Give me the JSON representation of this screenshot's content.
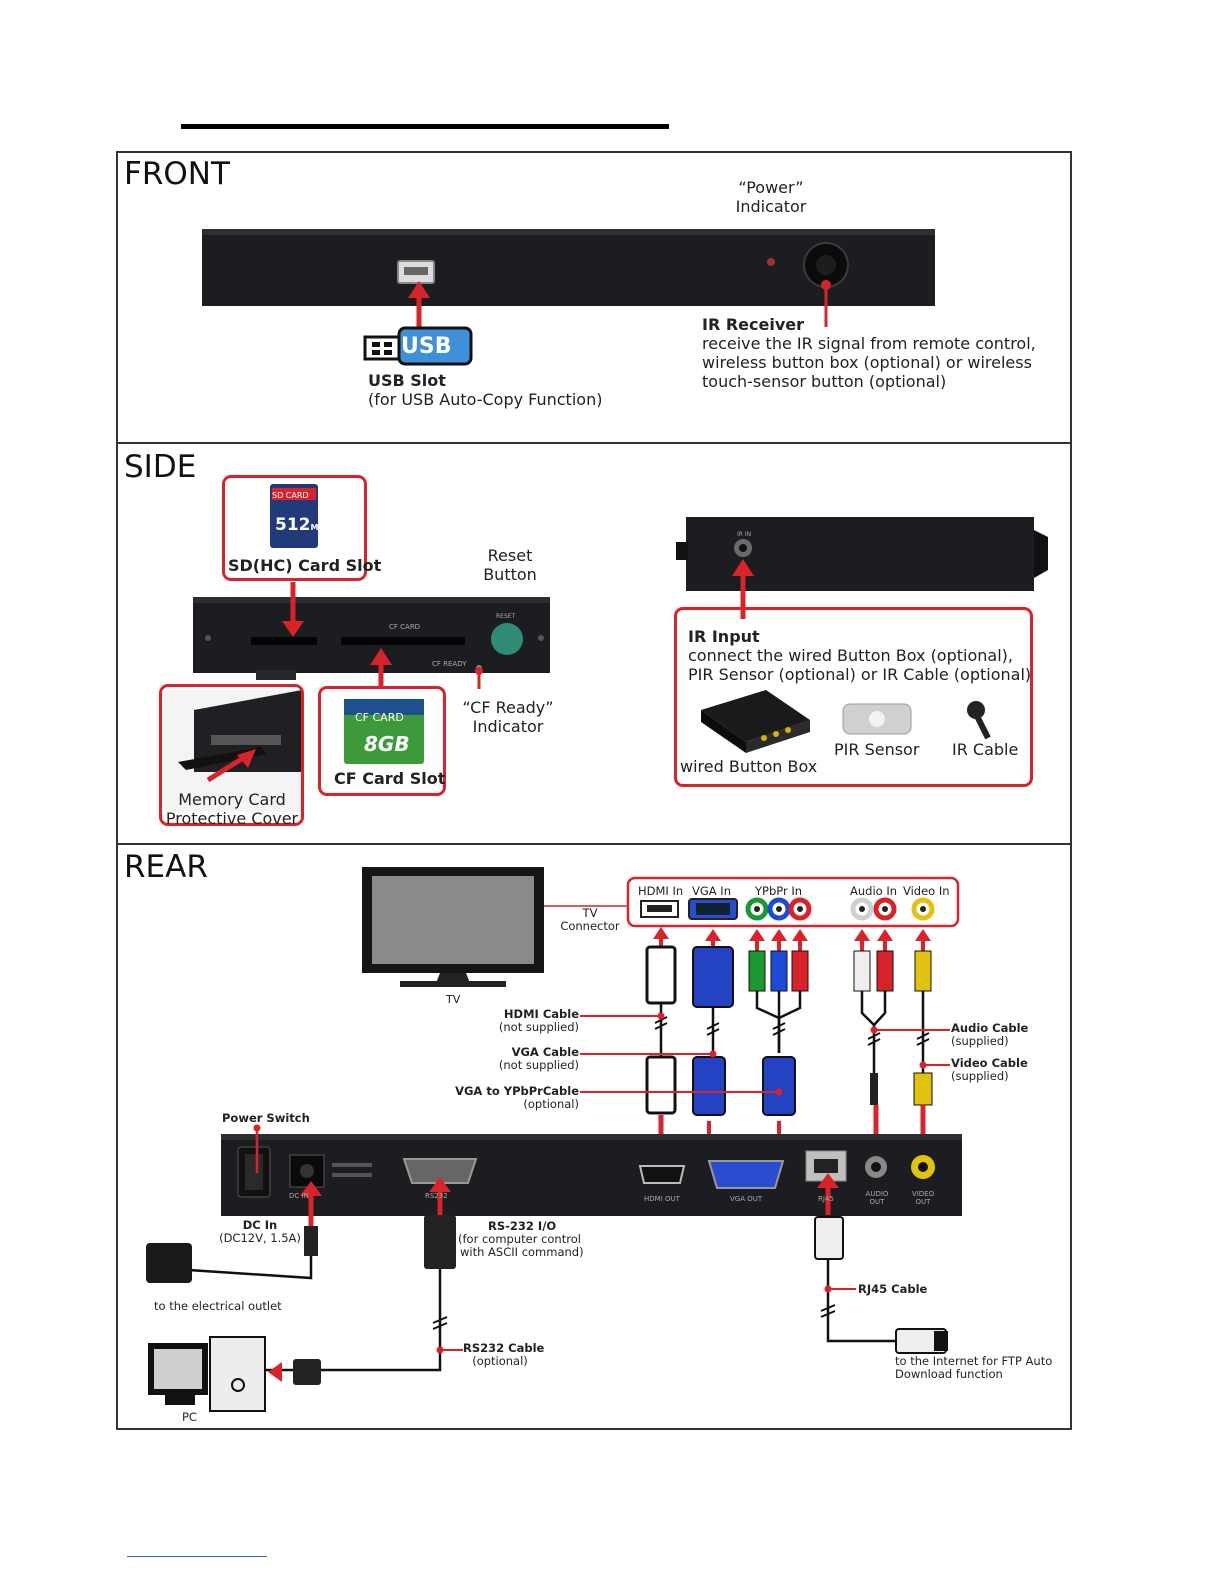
{
  "header": {
    "rule_color": "#000000"
  },
  "colors": {
    "accent": "#d8232a",
    "device": "#1c1d20",
    "frame": "#333333"
  },
  "front": {
    "title": "FRONT",
    "power_indicator": [
      "“Power”",
      "Indicator"
    ],
    "ir_receiver": {
      "title": "IR Receiver",
      "desc": [
        "receive the IR signal from remote control,",
        "wireless button box (optional) or wireless",
        "touch-sensor button (optional)"
      ]
    },
    "usb_slot": {
      "title": "USB Slot",
      "desc": "(for USB Auto-Copy Function)",
      "stick_text": "USB"
    }
  },
  "side": {
    "title": "SIDE",
    "sd_card": {
      "title": "SD(HC) Card Slot",
      "card_label": "SD CARD",
      "card_size": "512",
      "card_unit": "MB"
    },
    "reset_button": [
      "Reset",
      "Button"
    ],
    "cf_ready": [
      "“CF Ready”",
      "Indicator"
    ],
    "cf_card": {
      "title": "CF Card Slot",
      "card_label": "CF CARD",
      "card_size": "8GB"
    },
    "memory_cover": [
      "Memory Card",
      "Protective Cover"
    ],
    "panel_labels": {
      "cf_card": "CF CARD",
      "cf_ready": "CF READY",
      "reset": "RESET",
      "ir_in": "IR IN"
    },
    "ir_input": {
      "title": "IR Input",
      "desc": [
        "connect the wired Button Box (optional),",
        "PIR Sensor (optional) or IR Cable (optional)"
      ]
    },
    "accessories": {
      "button_box": "wired Button Box",
      "pir": "PIR Sensor",
      "ir_cable": "IR Cable"
    }
  },
  "rear": {
    "title": "REAR",
    "tv": "TV",
    "tv_connector": [
      "TV",
      "Connector"
    ],
    "inputs": {
      "hdmi": "HDMI In",
      "vga": "VGA In",
      "ypbpr": "YPbPr In",
      "audio": "Audio In",
      "video": "Video In"
    },
    "cables": {
      "hdmi": {
        "name": "HDMI Cable",
        "note": "(not supplied)"
      },
      "vga": {
        "name": "VGA Cable",
        "note": "(not supplied)"
      },
      "ypbpr": {
        "name": "VGA to YPbPrCable",
        "note": "(optional)"
      },
      "audio": {
        "name": "Audio Cable",
        "note": "(supplied)"
      },
      "video": {
        "name": "Video Cable",
        "note": "(supplied)"
      },
      "rj45": {
        "name": "RJ45 Cable"
      },
      "rs232": {
        "name": "RS232 Cable",
        "note": "(optional)"
      }
    },
    "power_switch": "Power Switch",
    "dc_in": {
      "name": "DC In",
      "note": "(DC12V, 1.5A)"
    },
    "rs232_io": {
      "name": "RS-232 I/O",
      "note": [
        "(for computer control",
        "with ASCII command)"
      ]
    },
    "panel_ports": {
      "dc": "DC IN",
      "rs232": "RS232",
      "hdmi_out": "HDMI OUT",
      "vga_out": "VGA OUT",
      "rj45": "RJ45",
      "audio_out": [
        "AUDIO",
        "OUT"
      ],
      "video_out": [
        "VIDEO",
        "OUT"
      ]
    },
    "outlet": "to the electrical outlet",
    "internet": [
      "to the Internet for FTP Auto",
      "Download function"
    ],
    "pc": "PC"
  }
}
